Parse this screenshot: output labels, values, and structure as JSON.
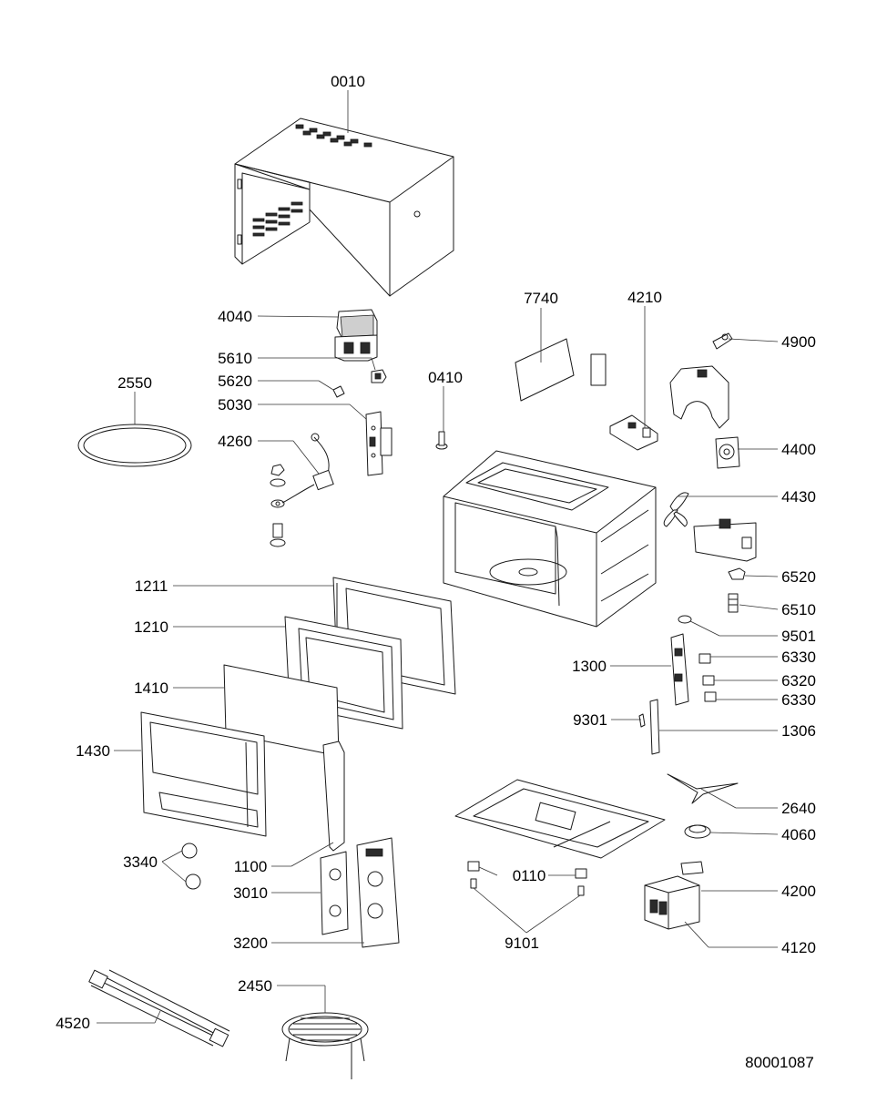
{
  "diagram": {
    "document_number": "80001087",
    "labels": {
      "p0010": "0010",
      "p4040": "4040",
      "p5610": "5610",
      "p5620": "5620",
      "p5030": "5030",
      "p4260": "4260",
      "p2550": "2550",
      "p0410": "0410",
      "p7740": "7740",
      "p4210": "4210",
      "p4900": "4900",
      "p4400": "4400",
      "p4430": "4430",
      "p6520": "6520",
      "p6510": "6510",
      "p9501": "9501",
      "p1211": "1211",
      "p1210": "1210",
      "p1410": "1410",
      "p1430": "1430",
      "p1300": "1300",
      "p6330a": "6330",
      "p6320": "6320",
      "p6330b": "6330",
      "p9301": "9301",
      "p1306": "1306",
      "p2640": "2640",
      "p4060": "4060",
      "p3340": "3340",
      "p1100": "1100",
      "p0110": "0110",
      "p4200": "4200",
      "p3010": "3010",
      "p9101": "9101",
      "p3200": "3200",
      "p4120": "4120",
      "p2450": "2450",
      "p4520": "4520"
    }
  }
}
